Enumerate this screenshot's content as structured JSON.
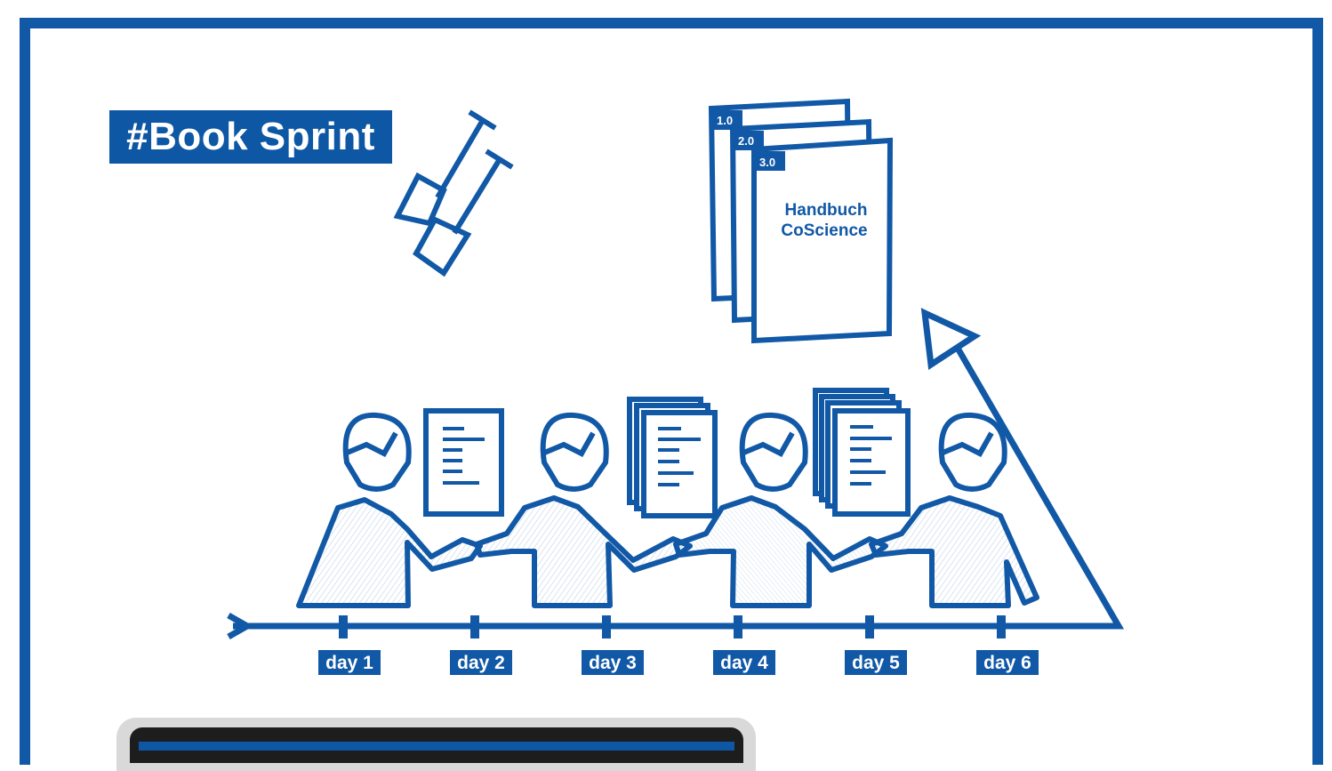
{
  "title": "#Book Sprint",
  "book": {
    "title_line1": "Handbuch",
    "title_line2": "CoScience",
    "versions": [
      "1.0",
      "2.0",
      "3.0"
    ]
  },
  "timeline": {
    "days": [
      "day 1",
      "day 2",
      "day 3",
      "day 4",
      "day 5",
      "day 6"
    ]
  },
  "colors": {
    "brand_blue": "#1158a6",
    "background": "#ffffff",
    "laptop_bezel": "#d9d9d9",
    "laptop_screen": "#1d1d1d"
  },
  "icons": [
    "shovel-icon",
    "document-icon",
    "person-icon",
    "book-icon",
    "arrow-icon"
  ]
}
